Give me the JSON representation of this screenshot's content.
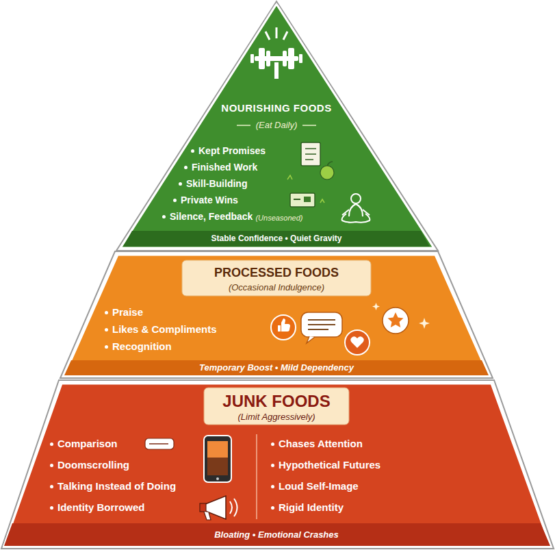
{
  "diagram": {
    "nodes": [
      {
        "text": [
          "NOURISHING FOODS",
          "(Eat Daily)",
          "Kept Promises",
          "Finished Work",
          "Skill-Building",
          "Private Wins",
          "Silence, Feedback",
          "(Unseasoned)",
          "Stable Confidence • Quiet Gravity"
        ]
      },
      {
        "text": [
          "PROCESSED FOODS",
          "(Occasional Indulgence)",
          "Praise",
          "Likes & Compliments",
          "Recognition",
          "Temporary Boost • Mild Dependency"
        ]
      },
      {
        "text": [
          "JUNK FOODS",
          "(Limit Aggressively)",
          "Comparison",
          "Doomscrolling",
          "Talking Instead of Doing",
          "Identity Borrowed",
          "Chases Attention",
          "Hypothetical Futures",
          "Loud Self-Image",
          "Rigid Identity",
          "Bloating • Emotional Crashes"
        ]
      }
    ]
  }
}
